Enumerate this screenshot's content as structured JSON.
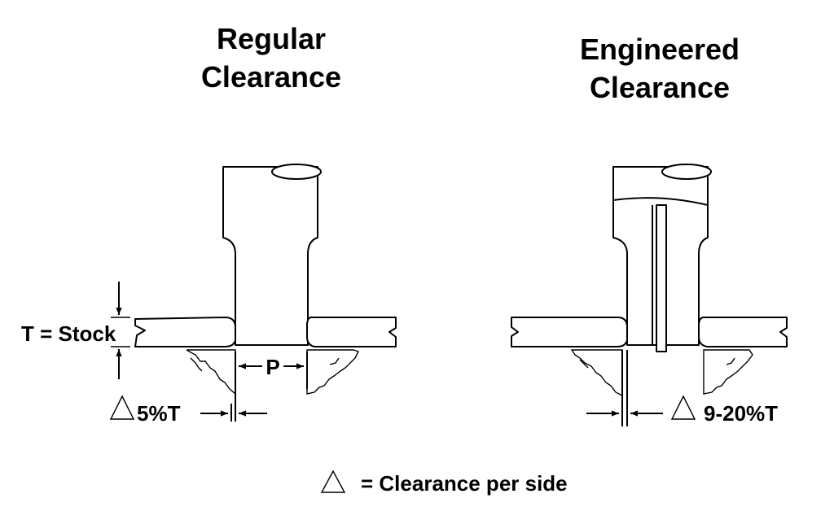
{
  "regular": {
    "title_line1": "Regular",
    "title_line2": "Clearance",
    "stock_label": "T = Stock",
    "punch_label": "P",
    "clearance_value": "5%T"
  },
  "engineered": {
    "title_line1": "Engineered",
    "title_line2": "Clearance",
    "clearance_value": "9-20%T"
  },
  "legend": {
    "text": "= Clearance per side"
  },
  "icons": {
    "delta": "triangle-outline-icon"
  }
}
